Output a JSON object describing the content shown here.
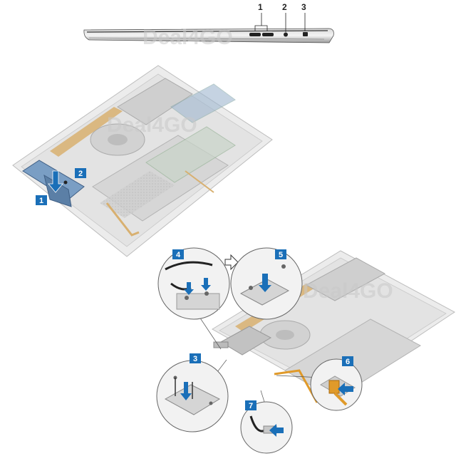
{
  "watermark": "Deal4GO",
  "side_view": {
    "port_numbers": [
      "1",
      "2",
      "3"
    ]
  },
  "steps": {
    "s1": "1",
    "s2": "2",
    "s3": "3",
    "s4": "4",
    "s5": "5",
    "s6": "6",
    "s7": "7"
  },
  "colors": {
    "callout": "#1a6fb8",
    "chassis": "#d9d9d9",
    "board": "#7a9ec4",
    "copper": "#d8b070",
    "cable": "#e09a2a"
  }
}
